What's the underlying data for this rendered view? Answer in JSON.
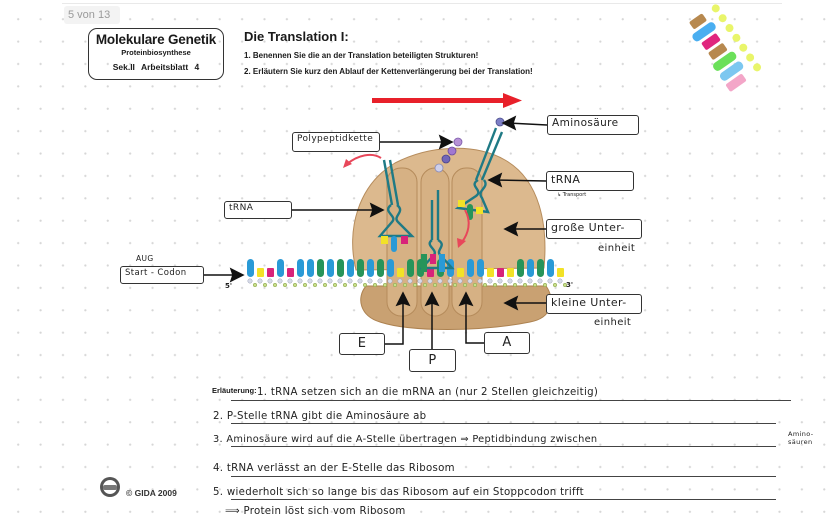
{
  "viewer": {
    "page_indicator": "5 von 13"
  },
  "header": {
    "box": {
      "title": "Molekulare Genetik",
      "subtitle": "Proteinbiosynthese",
      "level_sheet": "Sek.II   Arbeitsblatt 4"
    },
    "heading": "Die Translation I:",
    "tasks": [
      "1. Benennen Sie die an der Translation beteiligten Strukturen!",
      "2. Erläutern Sie kurz den Ablauf der Kettenverlängerung bei der Translation!"
    ]
  },
  "diagram": {
    "labels": {
      "aminosaeure": "Aminosäure",
      "polypeptidkette": "Polypeptidkette",
      "trna_right": "tRNA",
      "trna_right_note": "↳ Transport",
      "trna_left": "tRNA",
      "grosse_untereinheit_1": "große Unter-",
      "grosse_untereinheit_2": "einheit",
      "kleine_untereinheit_1": "kleine Unter-",
      "kleine_untereinheit_2": "einheit",
      "start_codon": "Start - Codon",
      "aug": "AUG",
      "five_prime": "5'",
      "three_prime": "3'",
      "site_e": "E",
      "site_p": "P",
      "site_a": "A"
    },
    "colors": {
      "arrow_red": "#e8202a",
      "ribosome": "#dcb98e",
      "ribosome_dark": "#c9a172",
      "trna": "#1f7a85",
      "base_blue": "#2a9ad6",
      "base_green": "#27945a",
      "base_yellow": "#f2e227",
      "base_magenta": "#d8237a"
    }
  },
  "answers": {
    "label": "Erläuterung:",
    "lines": [
      "1. tRNA setzen sich an die mRNA an (nur 2 Stellen gleichzeitig)",
      "2. P-Stelle tRNA gibt die Aminosäure ab",
      "3. Aminosäure wird auf die A-Stelle übertragen ⇒ Peptidbindung zwischen",
      "4. tRNA verlässt an der E-Stelle das Ribosom",
      "5. wiederholt sich so lange bis das Ribosom auf ein Stoppcodon trifft",
      "⟹ Protein löst sich vom Ribosom"
    ],
    "margin_note_1": "Amino-",
    "margin_note_2": "säuren"
  },
  "footer": {
    "copyright": "© GIDA 2009"
  }
}
